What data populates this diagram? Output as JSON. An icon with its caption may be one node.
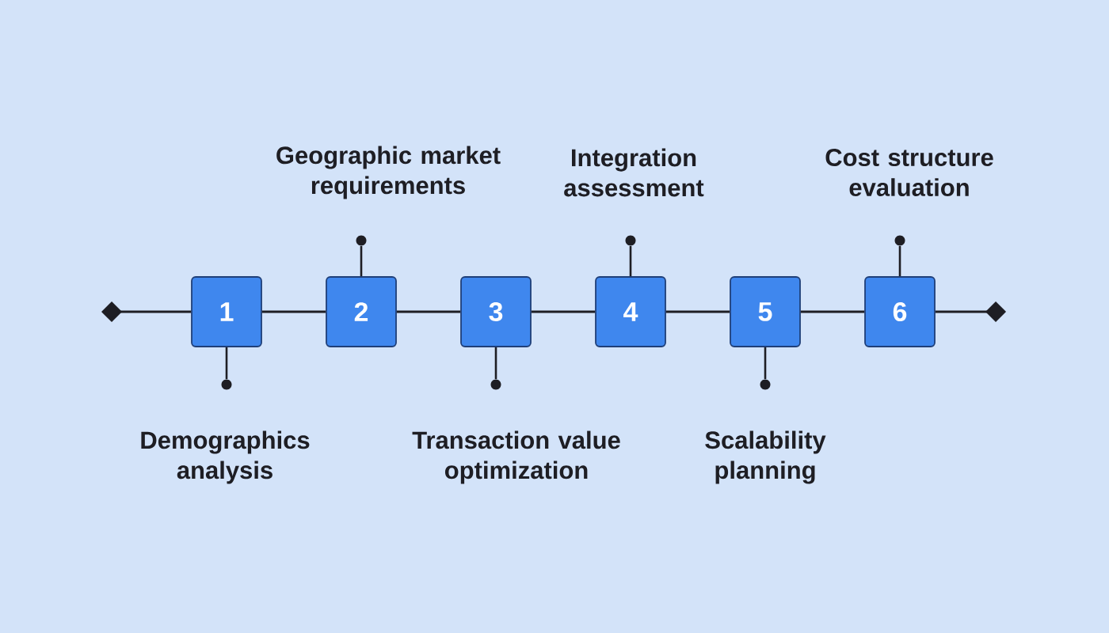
{
  "diagram": {
    "nodes": [
      {
        "text": [
          "1"
        ]
      },
      {
        "text": [
          "2"
        ]
      },
      {
        "text": [
          "3"
        ]
      },
      {
        "text": [
          "4"
        ]
      },
      {
        "text": [
          "5"
        ]
      },
      {
        "text": [
          "6"
        ]
      },
      {
        "text": [],
        "shape": "circle",
        "beside": [
          "Demographics analysis"
        ]
      },
      {
        "text": [],
        "shape": "circle",
        "beside": [
          "Geographic market requirements"
        ]
      },
      {
        "text": [],
        "shape": "circle",
        "beside": [
          "Transaction value optimization"
        ]
      },
      {
        "text": [],
        "shape": "circle",
        "beside": [
          "Integration assessment"
        ]
      },
      {
        "text": [],
        "shape": "circle",
        "beside": [
          "Scalability planning"
        ]
      },
      {
        "text": [],
        "shape": "circle",
        "beside": [
          "Cost structure evaluation"
        ]
      }
    ],
    "edges": [
      {
        "from": null,
        "to": 0,
        "arrow": "other"
      },
      {
        "from": 0,
        "to": 1,
        "arrow": "none"
      },
      {
        "from": 1,
        "to": 2,
        "arrow": "none"
      },
      {
        "from": 2,
        "to": 3,
        "arrow": "none"
      },
      {
        "from": 3,
        "to": 4,
        "arrow": "none"
      },
      {
        "from": 4,
        "to": 5,
        "arrow": "none"
      },
      {
        "from": 5,
        "to": null,
        "arrow": "other"
      },
      {
        "from": 0,
        "to": 6,
        "arrow": "none"
      },
      {
        "from": 1,
        "to": 7,
        "arrow": "none"
      },
      {
        "from": 2,
        "to": 8,
        "arrow": "none"
      },
      {
        "from": 3,
        "to": 9,
        "arrow": "none"
      },
      {
        "from": 4,
        "to": 10,
        "arrow": "none"
      },
      {
        "from": 5,
        "to": 11,
        "arrow": "none"
      }
    ]
  }
}
